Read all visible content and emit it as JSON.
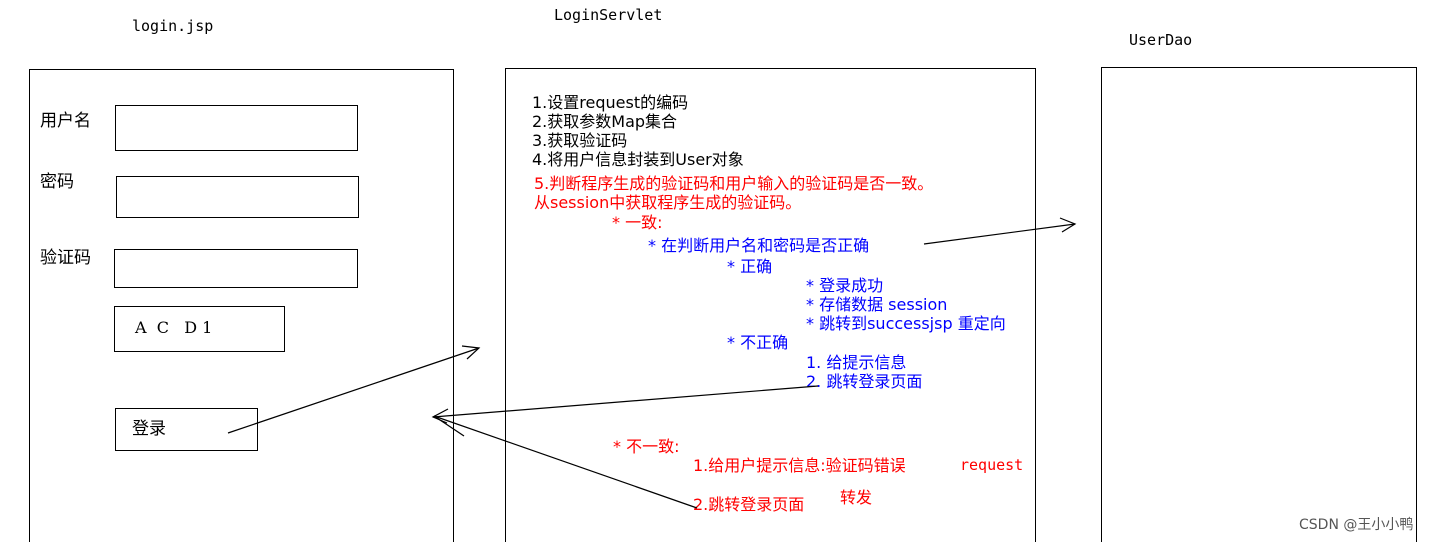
{
  "columns": {
    "jsp_title": "login.jsp",
    "servlet_title": "LoginServlet",
    "dao_title": "UserDao"
  },
  "login_form": {
    "username_label": "用户名",
    "password_label": "密码",
    "captcha_label": "验证码",
    "captcha_image_text": "A  C   D 1",
    "login_button": "登录"
  },
  "servlet_steps": {
    "s1": "1.设置request的编码",
    "s2": "2.获取参数Map集合",
    "s3": "3.获取验证码",
    "s4": "4.将用户信息封装到User对象",
    "s5a": "5.判断程序生成的验证码和用户输入的验证码是否一致。",
    "s5b": "从session中获取程序生成的验证码。",
    "match": "* 一致:",
    "check_credentials": "* 在判断用户名和密码是否正确",
    "correct": "* 正确",
    "login_success": "* 登录成功",
    "store_data": "* 存储数据 session",
    "redirect": "* 跳转到successjsp 重定向",
    "incorrect": "* 不正确",
    "give_hint": "1. 给提示信息",
    "goto_login": "2. 跳转登录页面",
    "mismatch": "* 不一致:",
    "mismatch_hint": "1.给用户提示信息:验证码错误",
    "request_word": "request",
    "mismatch_goto": "2.跳转登录页面",
    "forward_word": "转发"
  },
  "watermark": "CSDN @王小小鸭",
  "colors": {
    "red": "#ff0000",
    "blue": "#0000ff",
    "line": "#000000"
  }
}
